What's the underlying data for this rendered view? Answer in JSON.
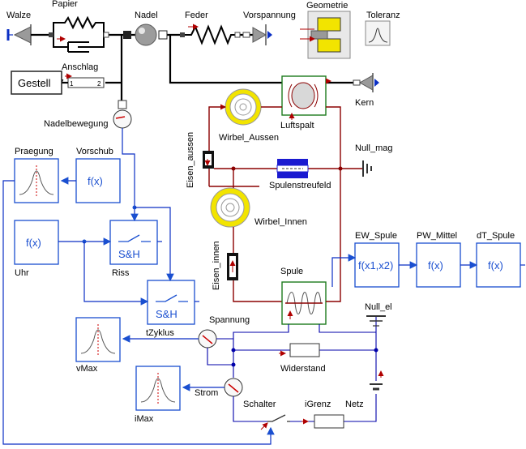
{
  "labels": {
    "walze": "Walze",
    "papier": "Papier",
    "nadel": "Nadel",
    "feder": "Feder",
    "vorspannung": "Vorspannung",
    "geometrie": "Geometrie",
    "toleranz": "Toleranz",
    "anschlag": "Anschlag",
    "gestell": "Gestell",
    "kern": "Kern",
    "nadelbewegung": "Nadelbewegung",
    "luftspalt": "Luftspalt",
    "wirbel_aussen": "Wirbel_Aussen",
    "eisen_aussen": "Eisen_aussen",
    "null_mag": "Null_mag",
    "spulenstreufeld": "Spulenstreufeld",
    "wirbel_innen": "Wirbel_Innen",
    "eisen_innen": "Eisen_innen",
    "spule": "Spule",
    "praegung": "Praegung",
    "vorschub": "Vorschub",
    "uhr": "Uhr",
    "riss": "Riss",
    "tzyklus": "tZyklus",
    "ew_spule": "EW_Spule",
    "pw_mittel": "PW_Mittel",
    "dt_spule": "dT_Spule",
    "spannung": "Spannung",
    "null_el": "Null_el",
    "vmax": "vMax",
    "widerstand": "Widerstand",
    "imax": "iMax",
    "strom": "Strom",
    "schalter": "Schalter",
    "igrenz": "iGrenz",
    "netz": "Netz"
  },
  "block_text": {
    "fx": "f(x)",
    "fx12": "f(x1,x2)",
    "sh": "S&H"
  },
  "colors": {
    "signal": "#1a4fd0",
    "mechanical": "#000000",
    "magnetic": "#8b0000",
    "electrical": "#0000aa",
    "geometry_fill": "#f2e400"
  },
  "icons": [
    "spring-icon",
    "damper-icon",
    "mass-sphere-icon",
    "fixed-ground-icon",
    "sensor-gauge-icon",
    "gaussian-curve-icon",
    "switch-icon",
    "coil-icon",
    "resistor-icon",
    "battery-icon",
    "ground-icon"
  ]
}
